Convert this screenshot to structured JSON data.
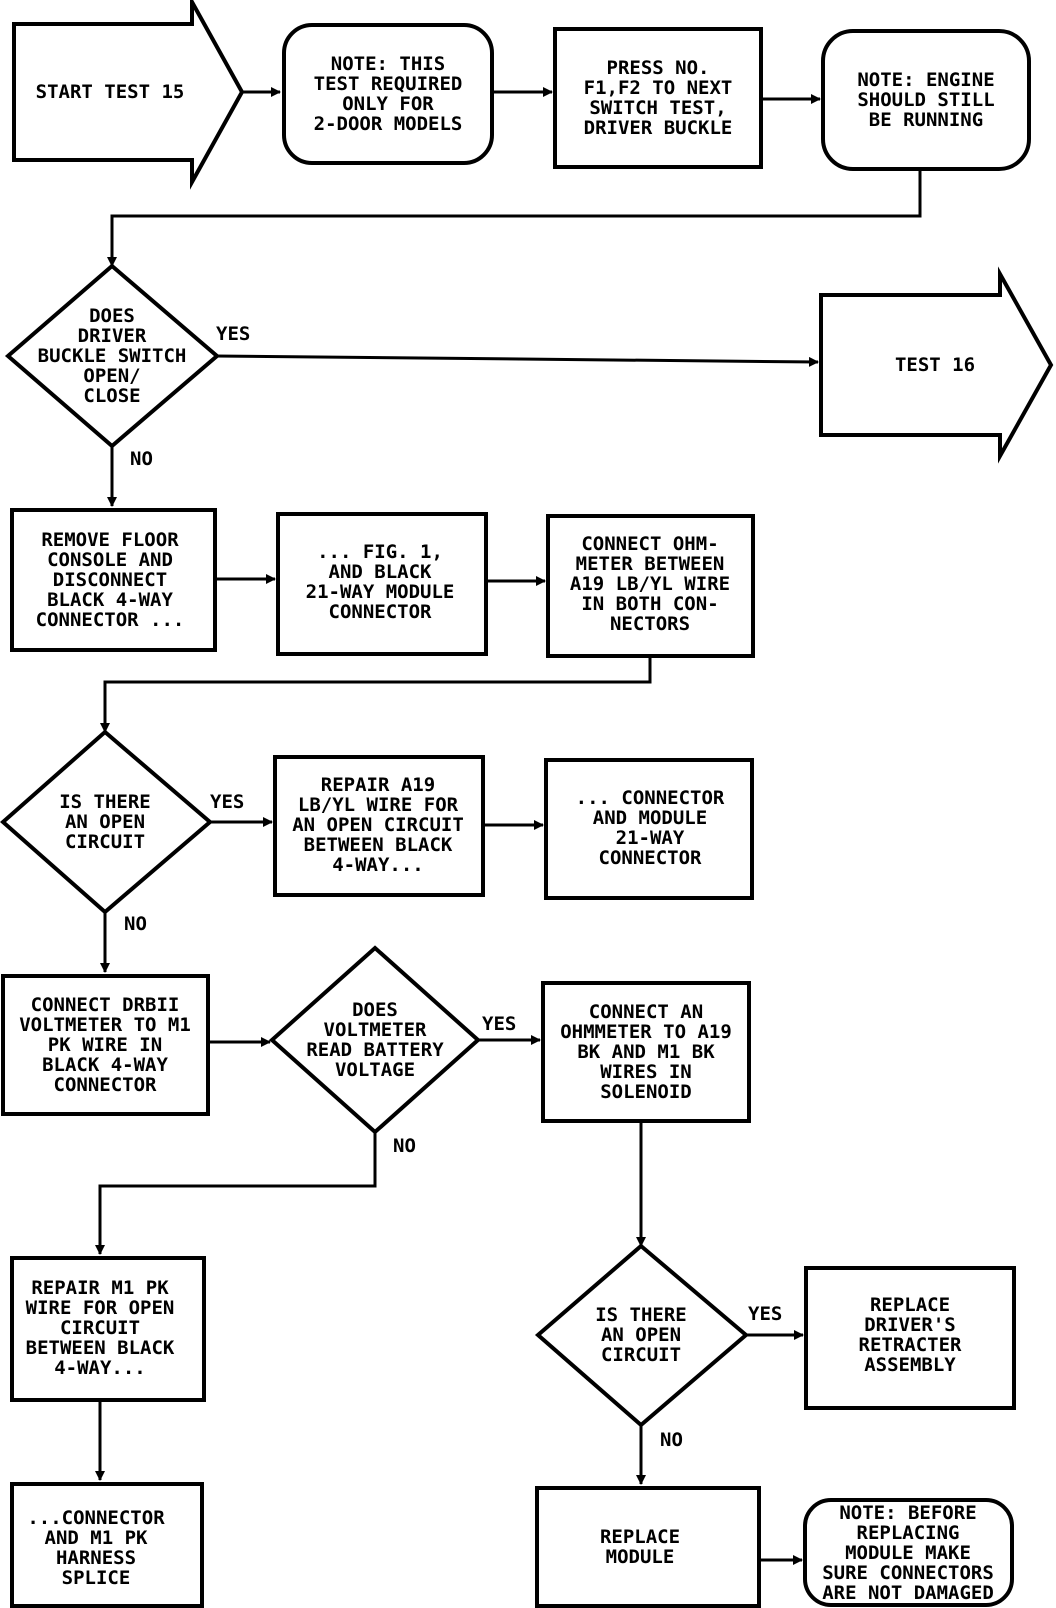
{
  "nodes": {
    "start": [
      "START TEST 15"
    ],
    "note_2door": [
      "NOTE: THIS",
      "TEST REQUIRED",
      "ONLY FOR",
      "2-DOOR MODELS"
    ],
    "press_f1": [
      "PRESS NO.",
      "F1,F2 TO NEXT",
      "SWITCH TEST,",
      "DRIVER BUCKLE"
    ],
    "note_engine": [
      "NOTE: ENGINE",
      "SHOULD STILL",
      "BE RUNNING"
    ],
    "q_buckle": [
      "DOES",
      "DRIVER",
      "BUCKLE SWITCH",
      "OPEN/",
      "CLOSE"
    ],
    "test16": [
      "TEST 16"
    ],
    "remove_console": [
      "REMOVE FLOOR",
      "CONSOLE AND",
      "DISCONNECT",
      "BLACK 4-WAY",
      "CONNECTOR ..."
    ],
    "fig1": [
      "... FIG. 1,",
      "AND BLACK",
      "21-WAY MODULE",
      "CONNECTOR"
    ],
    "connect_ohm1": [
      "CONNECT OHM-",
      "METER BETWEEN",
      "A19 LB/YL WIRE",
      "IN BOTH CON-",
      "NECTORS"
    ],
    "q_open1": [
      "IS THERE",
      "AN OPEN",
      "CIRCUIT"
    ],
    "repair_a19": [
      "REPAIR A19",
      "LB/YL WIRE FOR",
      "AN OPEN CIRCUIT",
      "BETWEEN BLACK",
      "4-WAY..."
    ],
    "connector_module": [
      "... CONNECTOR",
      "AND MODULE",
      "21-WAY",
      "CONNECTOR"
    ],
    "connect_drb": [
      "CONNECT DRBII",
      "VOLTMETER TO M1",
      "PK WIRE IN",
      "BLACK 4-WAY",
      "CONNECTOR"
    ],
    "q_voltage": [
      "DOES",
      "VOLTMETER",
      "READ BATTERY",
      "VOLTAGE"
    ],
    "connect_ohm2": [
      "CONNECT AN",
      "OHMMETER TO A19",
      "BK AND M1 BK",
      "WIRES IN",
      "SOLENOID"
    ],
    "repair_m1": [
      "REPAIR M1 PK",
      "WIRE FOR OPEN",
      "CIRCUIT",
      "BETWEEN BLACK",
      "4-WAY..."
    ],
    "q_open2": [
      "IS THERE",
      "AN OPEN",
      "CIRCUIT"
    ],
    "replace_retractor": [
      "REPLACE",
      "DRIVER'S",
      "RETRACTER",
      "ASSEMBLY"
    ],
    "connector_splice": [
      "...CONNECTOR",
      "AND M1 PK",
      "HARNESS",
      "SPLICE"
    ],
    "replace_module": [
      "REPLACE",
      "MODULE"
    ],
    "note_before": [
      "NOTE: BEFORE",
      "REPLACING",
      "MODULE MAKE",
      "SURE CONNECTORS",
      "ARE NOT DAMAGED"
    ]
  },
  "edge_labels": {
    "buckle_yes": "YES",
    "buckle_no": "NO",
    "open1_yes": "YES",
    "open1_no": "NO",
    "voltage_yes": "YES",
    "voltage_no": "NO",
    "open2_yes": "YES",
    "open2_no": "NO"
  }
}
